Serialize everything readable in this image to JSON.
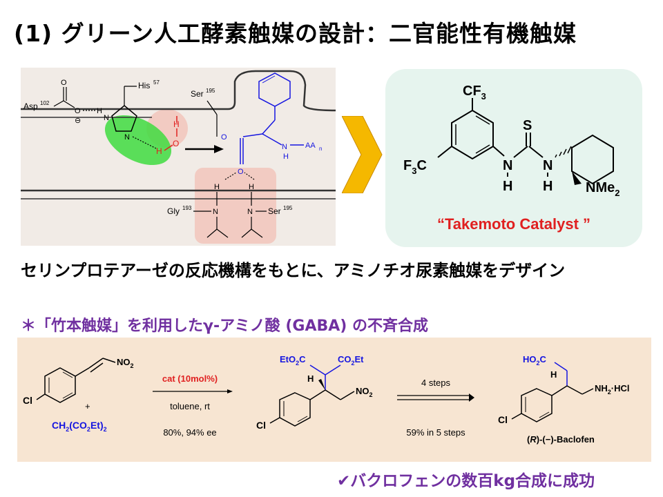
{
  "title": "(1) グリーン人工酵素触媒の設計：二官能性有機触媒",
  "mechanism": {
    "asp": "Asp",
    "asp_num": "102",
    "his": "His",
    "his_num": "57",
    "ser": "Ser",
    "ser_num": "195",
    "gly": "Gly",
    "gly_num": "193",
    "ser2": "Ser",
    "ser2_num": "195",
    "aa": "AA",
    "aa_sub": "n",
    "minus": "⊖",
    "h": "H",
    "o": "O",
    "n": "N"
  },
  "catalyst": {
    "cf3": "CF",
    "three": "3",
    "f3c": "F",
    "f3c_c": "C",
    "s": "S",
    "n": "N",
    "h": "H",
    "nme": "NMe",
    "two": "2",
    "name": "“Takemoto Catalyst ”"
  },
  "description": "セリンプロテアーゼの反応機構をもとに、アミノチオ尿素触媒をデザイン",
  "subheading": "＊「竹本触媒」を利用したγ-アミノ酸 (GABA) の不斉合成",
  "scheme": {
    "no2": "NO",
    "two": "2",
    "cl": "Cl",
    "plus": "+",
    "malonate": "CH",
    "malonate_b": "(CO",
    "malonate_c": "Et)",
    "sub2": "2",
    "cat": "cat (10mol%)",
    "solvent": "toluene, rt",
    "yield1": "80%, 94% ee",
    "eto2c": "EtO",
    "co2et": "CO",
    "c": "C",
    "et": "Et",
    "h": "H",
    "steps": "4 steps",
    "yield2": "59% in 5 steps",
    "ho2c": "HO",
    "nh2hcl": "NH",
    "hcl": "·HCl",
    "product_name_a": "(",
    "product_r": "R",
    "product_name_b": ")-(−)-Baclofen"
  },
  "success": "バクロフェンの数百kg合成に成功",
  "colors": {
    "purple": "#7030a0",
    "red": "#e02020",
    "blue": "#1515e0",
    "green_highlight": "#3fdc3f",
    "pink_highlight": "#f2cbc2"
  }
}
